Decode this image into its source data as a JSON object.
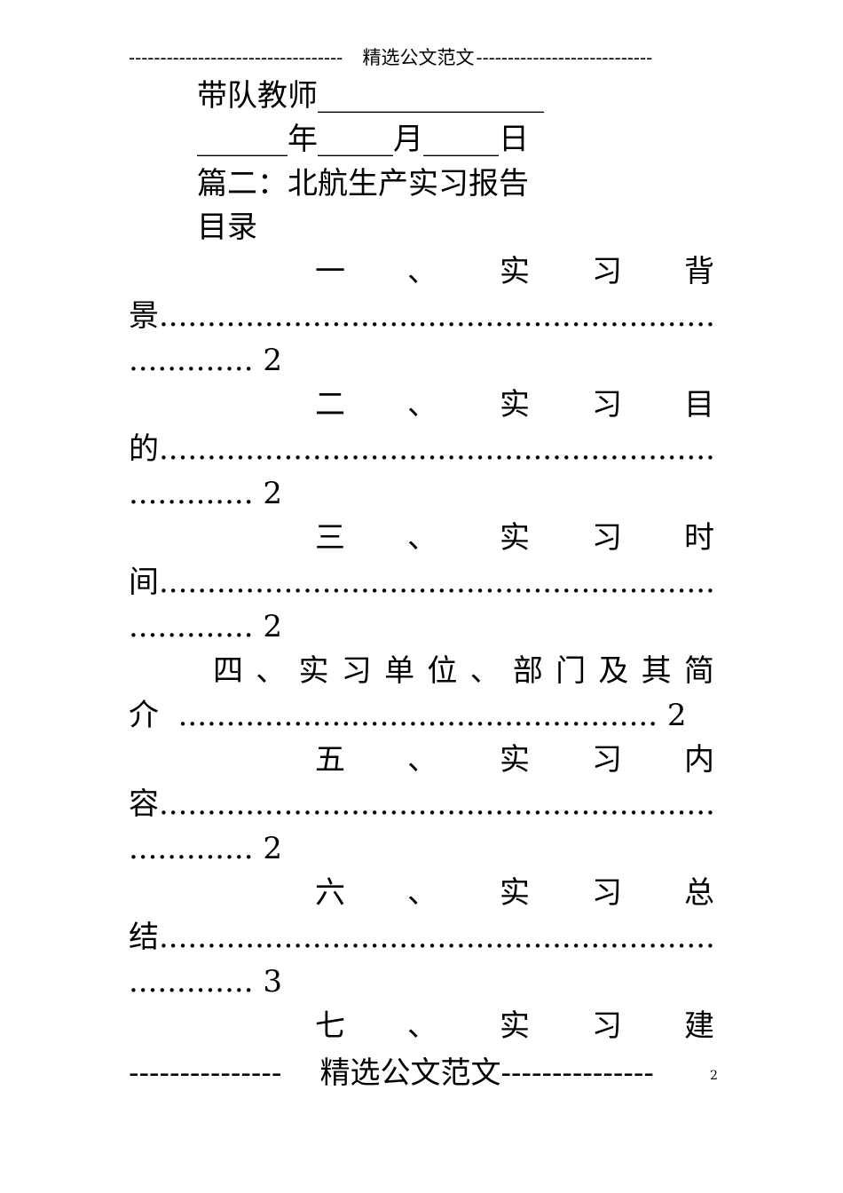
{
  "header": {
    "dashes_left": "----------------------------------",
    "title": "精选公文范文",
    "dashes_right": "----------------------------"
  },
  "lines": {
    "teacher": "带队教师_______________",
    "date": "______年_____月_____日",
    "chapter": "篇二：北航生产实习报告",
    "toc_title": "目录"
  },
  "toc": [
    {
      "heading": [
        "一",
        "、",
        "实",
        "习",
        "背"
      ],
      "tail": "景",
      "page_dots": ".............",
      "page": "2"
    },
    {
      "heading": [
        "二",
        "、",
        "实",
        "习",
        "目"
      ],
      "tail": "的",
      "page_dots": ".............",
      "page": "2"
    },
    {
      "heading": [
        "三",
        "、",
        "实",
        "习",
        "时"
      ],
      "tail": "间",
      "page_dots": ".............",
      "page": "2"
    },
    {
      "heading": [
        "四",
        "、",
        "实",
        "习",
        "单",
        "位",
        "、",
        "部",
        "门",
        "及",
        "其",
        "简"
      ],
      "tail": "介",
      "page_dots": "",
      "page": "2"
    },
    {
      "heading": [
        "五",
        "、",
        "实",
        "习",
        "内"
      ],
      "tail": "容",
      "page_dots": ".............",
      "page": "2"
    },
    {
      "heading": [
        "六",
        "、",
        "实",
        "习",
        "总"
      ],
      "tail": "结",
      "page_dots": ".............",
      "page": "3"
    },
    {
      "heading": [
        "七",
        "、",
        "实",
        "习",
        "建"
      ],
      "tail": "",
      "page_dots": "",
      "page": ""
    }
  ],
  "toc4_leader": "..................................................",
  "footer": {
    "dashes_left": "---------------",
    "title": "精选公文范文",
    "dashes_right": "---------------"
  },
  "page_number": "2"
}
